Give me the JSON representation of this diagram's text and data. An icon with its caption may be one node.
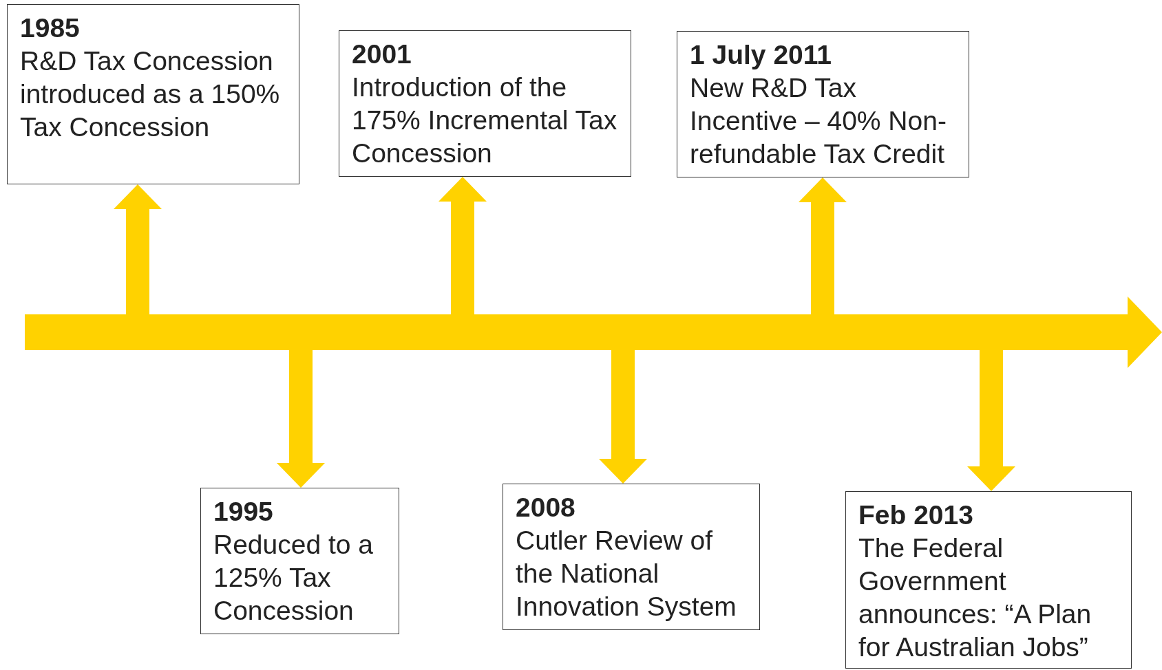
{
  "diagram": {
    "nodes": [
      {
        "text": [
          "1985",
          "R&D Tax Concession introduced as a 150% Tax Concession"
        ]
      },
      {
        "text": [
          "2001",
          "Introduction of the 175% Incremental Tax Concession"
        ]
      },
      {
        "text": [
          "1 July 2011",
          "New R&D Tax Incentive – 40% Non-refundable Tax Credit"
        ]
      },
      {
        "text": [],
        "shape": "bar"
      },
      {
        "text": [
          "1995",
          "Reduced to a 125% Tax Concession"
        ]
      },
      {
        "text": [
          "2008",
          "Cutler Review of the National Innovation System"
        ]
      },
      {
        "text": [
          "Feb 2013",
          "The Federal Government announces: “A Plan for Australian Jobs”"
        ]
      }
    ],
    "edges": [
      {
        "from": 3,
        "to": 0,
        "arrow": "to"
      },
      {
        "from": 3,
        "to": 1,
        "arrow": "to"
      },
      {
        "from": 3,
        "to": 2,
        "arrow": "to"
      },
      {
        "from": 3,
        "to": 4,
        "arrow": "to"
      },
      {
        "from": 3,
        "to": 5,
        "arrow": "to"
      },
      {
        "from": 3,
        "to": 6,
        "arrow": "to"
      }
    ]
  }
}
